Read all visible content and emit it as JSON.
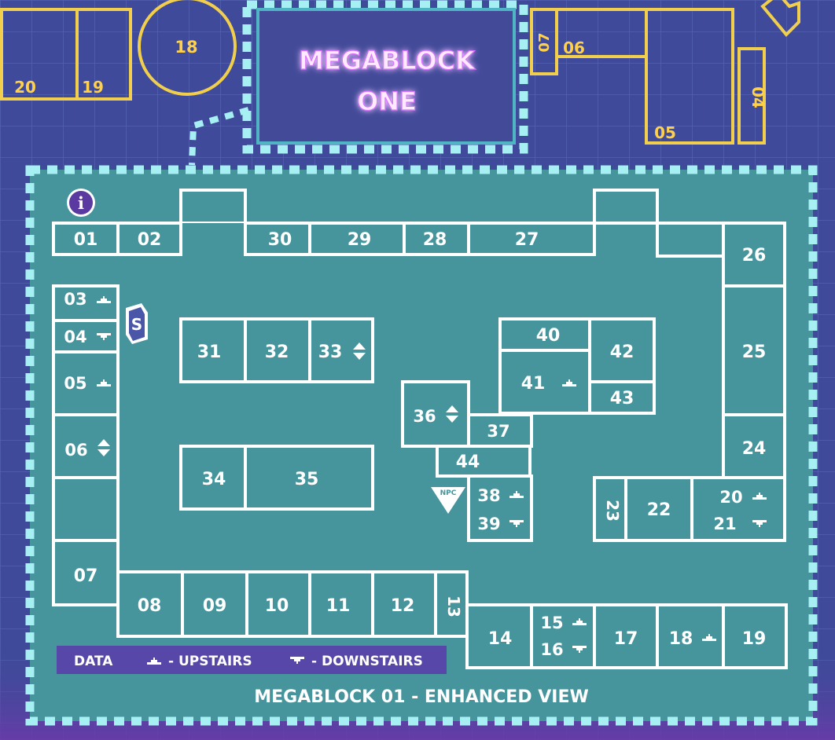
{
  "title": {
    "line1": "MEGABLOCK",
    "line2": "ONE"
  },
  "footer_title": "MEGABLOCK 01 - ENHANCED VIEW",
  "legend": {
    "data": "DATA",
    "upstairs": "- UPSTAIRS",
    "downstairs": "- DOWNSTAIRS"
  },
  "top_rooms": {
    "r20": "20",
    "r19": "19",
    "r18": "18",
    "r07": "07",
    "r06": "06",
    "r05": "05",
    "r04": "04"
  },
  "rooms": {
    "r01": "01",
    "r02": "02",
    "r30": "30",
    "r29": "29",
    "r28": "28",
    "r27": "27",
    "r26": "26",
    "r03": "03",
    "r04": "04",
    "r05": "05",
    "r06": "06",
    "r07": "07",
    "r08": "08",
    "r09": "09",
    "r10": "10",
    "r11": "11",
    "r12": "12",
    "r13": "13",
    "r14": "14",
    "r15": "15",
    "r16": "16",
    "r17": "17",
    "r18": "18",
    "r19": "19",
    "r20": "20",
    "r21": "21",
    "r22": "22",
    "r23": "23",
    "r24": "24",
    "r25": "25",
    "r31": "31",
    "r32": "32",
    "r33": "33",
    "r34": "34",
    "r35": "35",
    "r36": "36",
    "r37": "37",
    "r38": "38",
    "r39": "39",
    "r40": "40",
    "r41": "41",
    "r42": "42",
    "r43": "43",
    "r44": "44"
  },
  "markers": {
    "info": "i",
    "npc": "NPC",
    "save": "S"
  },
  "colors": {
    "background": "#3f4a9a",
    "floor": "#46949c",
    "wall": "#ffffff",
    "outline_yellow": "#f1cf4c",
    "dashed_border": "#a6f0f4",
    "title_glow": "#e27bff",
    "legend_bg": "#5747a8"
  },
  "icons": [
    "info-icon",
    "save-icon",
    "npc-marker-icon",
    "upstairs-icon",
    "downstairs-icon",
    "up-down-stairs-icon"
  ]
}
